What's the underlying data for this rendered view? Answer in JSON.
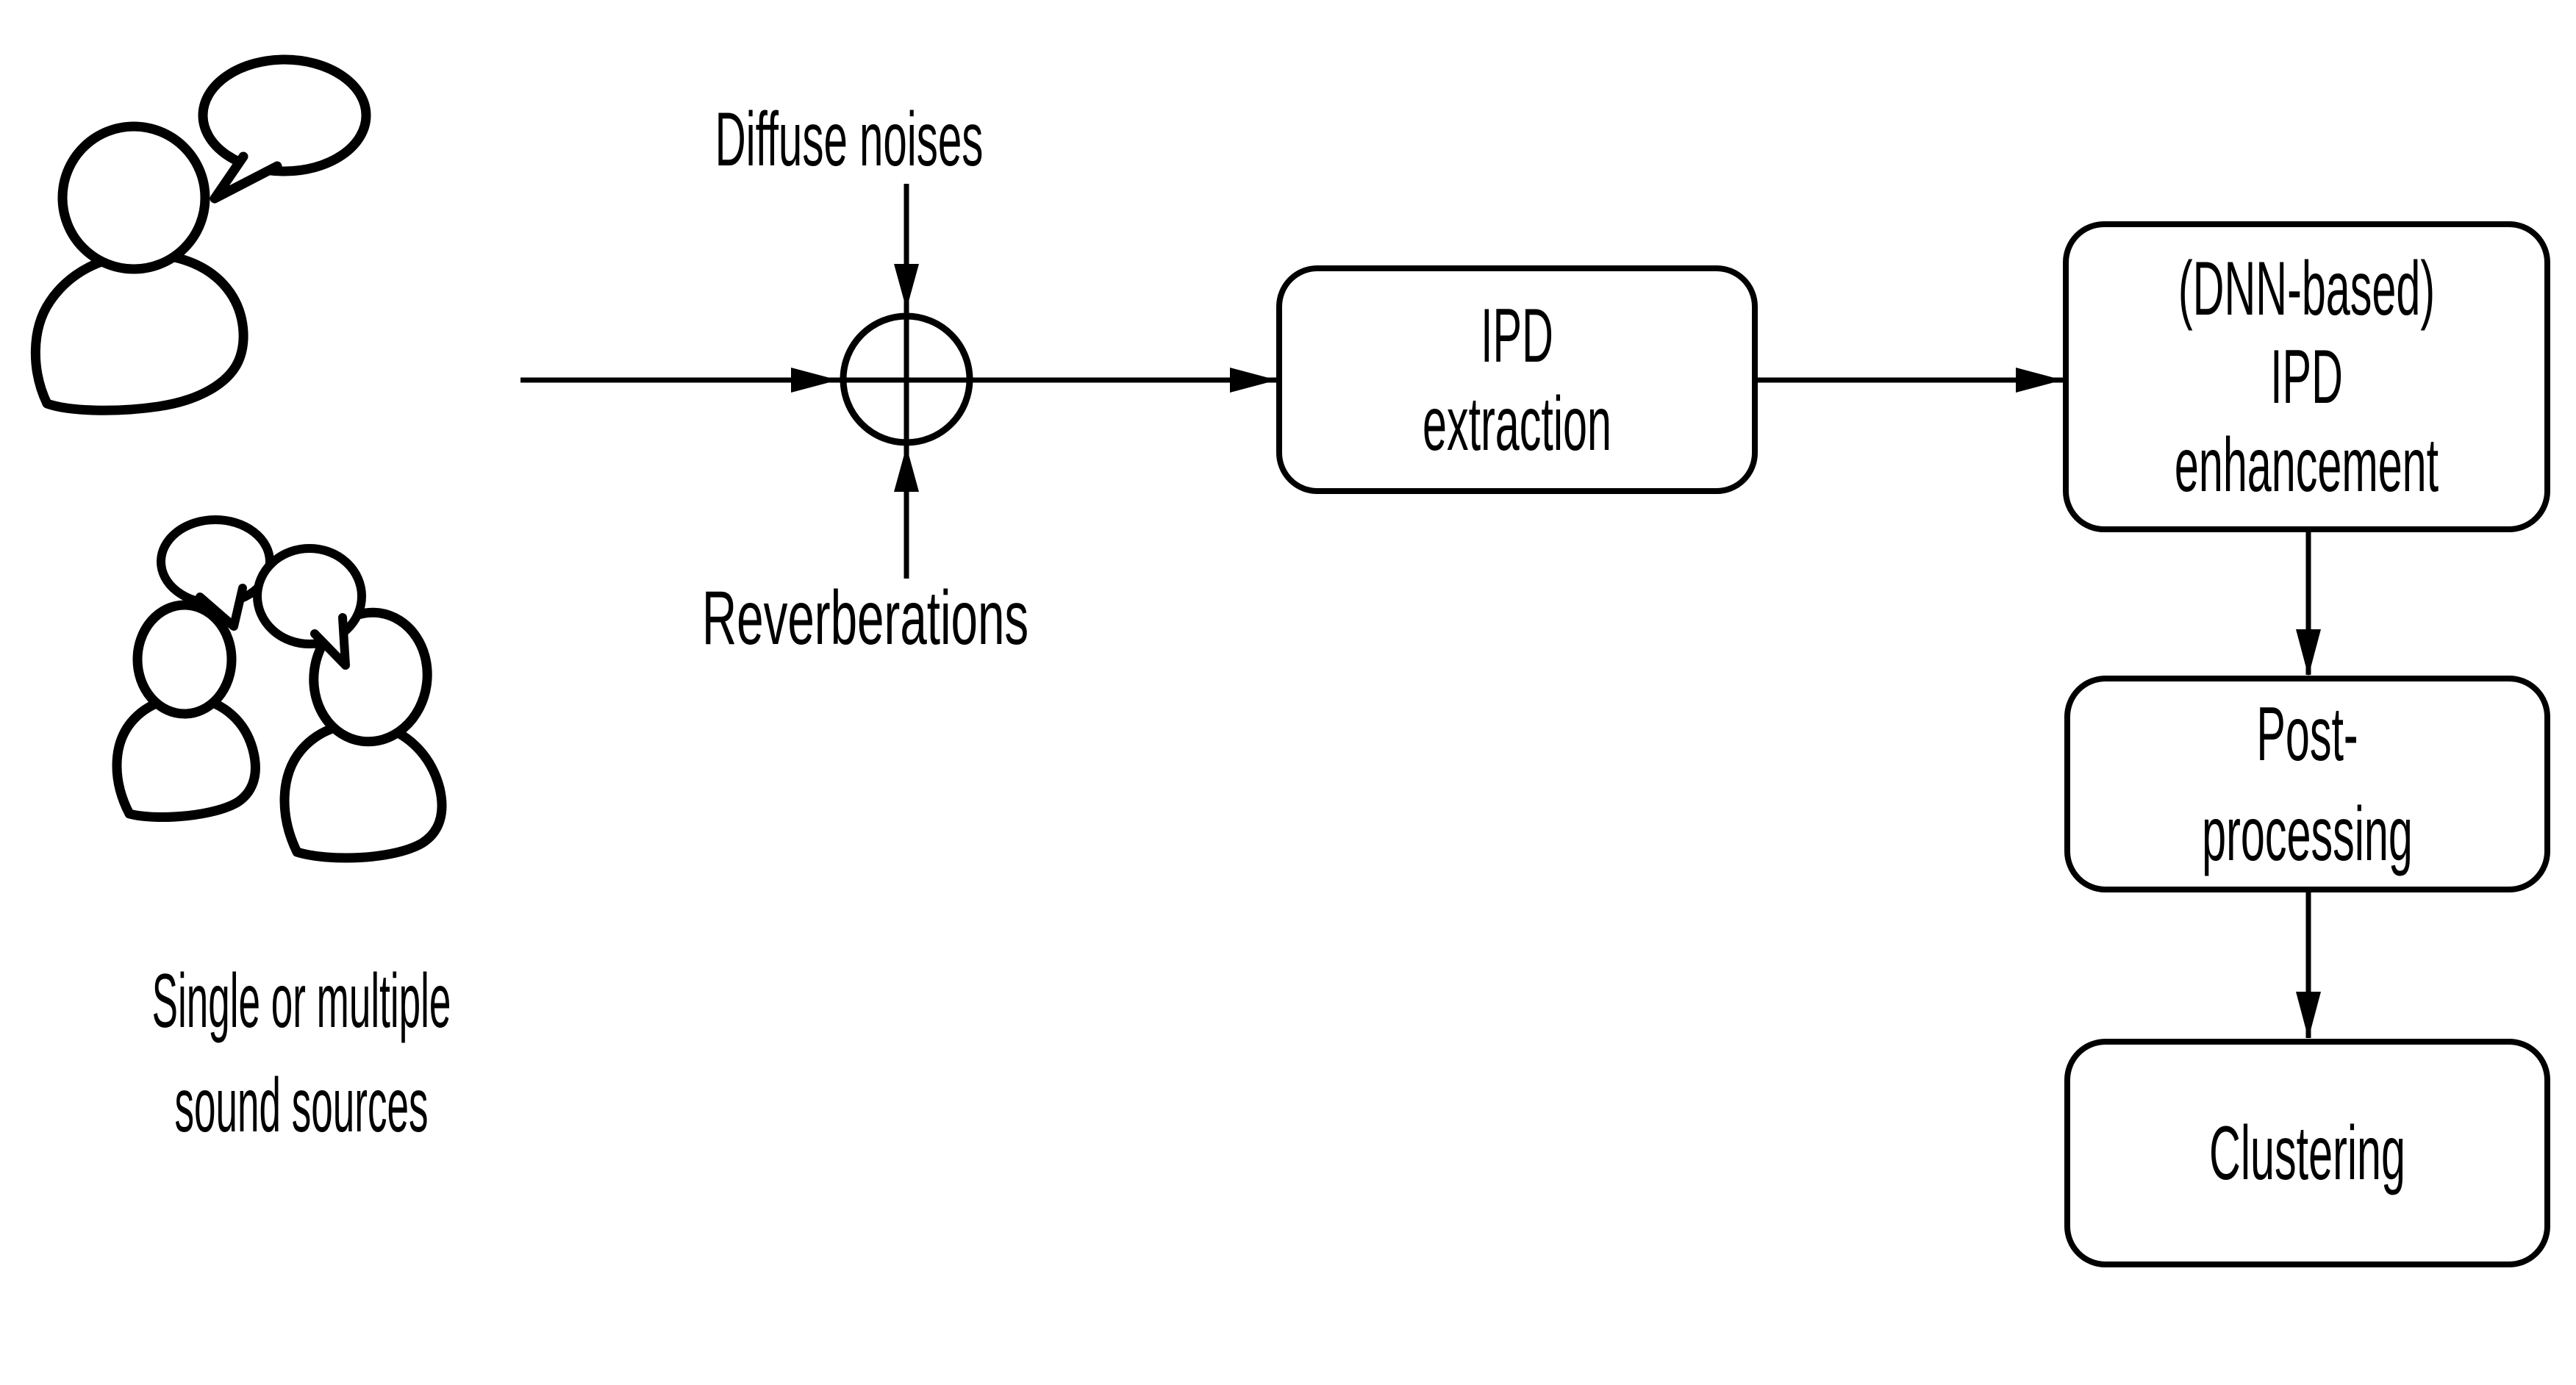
{
  "colors": {
    "background": "#ffffff",
    "stroke": "#000000"
  },
  "labels": {
    "diffuse_noises": "Diffuse noises",
    "reverberations": "Reverberations",
    "sound_sources": {
      "line1": "Single or multiple",
      "line2": "sound sources"
    }
  },
  "nodes": {
    "ipd_extraction": {
      "line1": "IPD",
      "line2": "extraction"
    },
    "ipd_enhancement": {
      "line1": "(DNN-based)",
      "line2": "IPD",
      "line3": "enhancement"
    },
    "post_processing": {
      "line1": "Post-",
      "line2": "processing"
    },
    "clustering": {
      "line1": "Clustering"
    }
  },
  "icons": {
    "summation_node": "circle-crosshair-adder",
    "speaker_single": "person-silhouette-with-speech-bubble",
    "speakers_multiple": "two-person-silhouettes-with-speech-bubbles"
  }
}
